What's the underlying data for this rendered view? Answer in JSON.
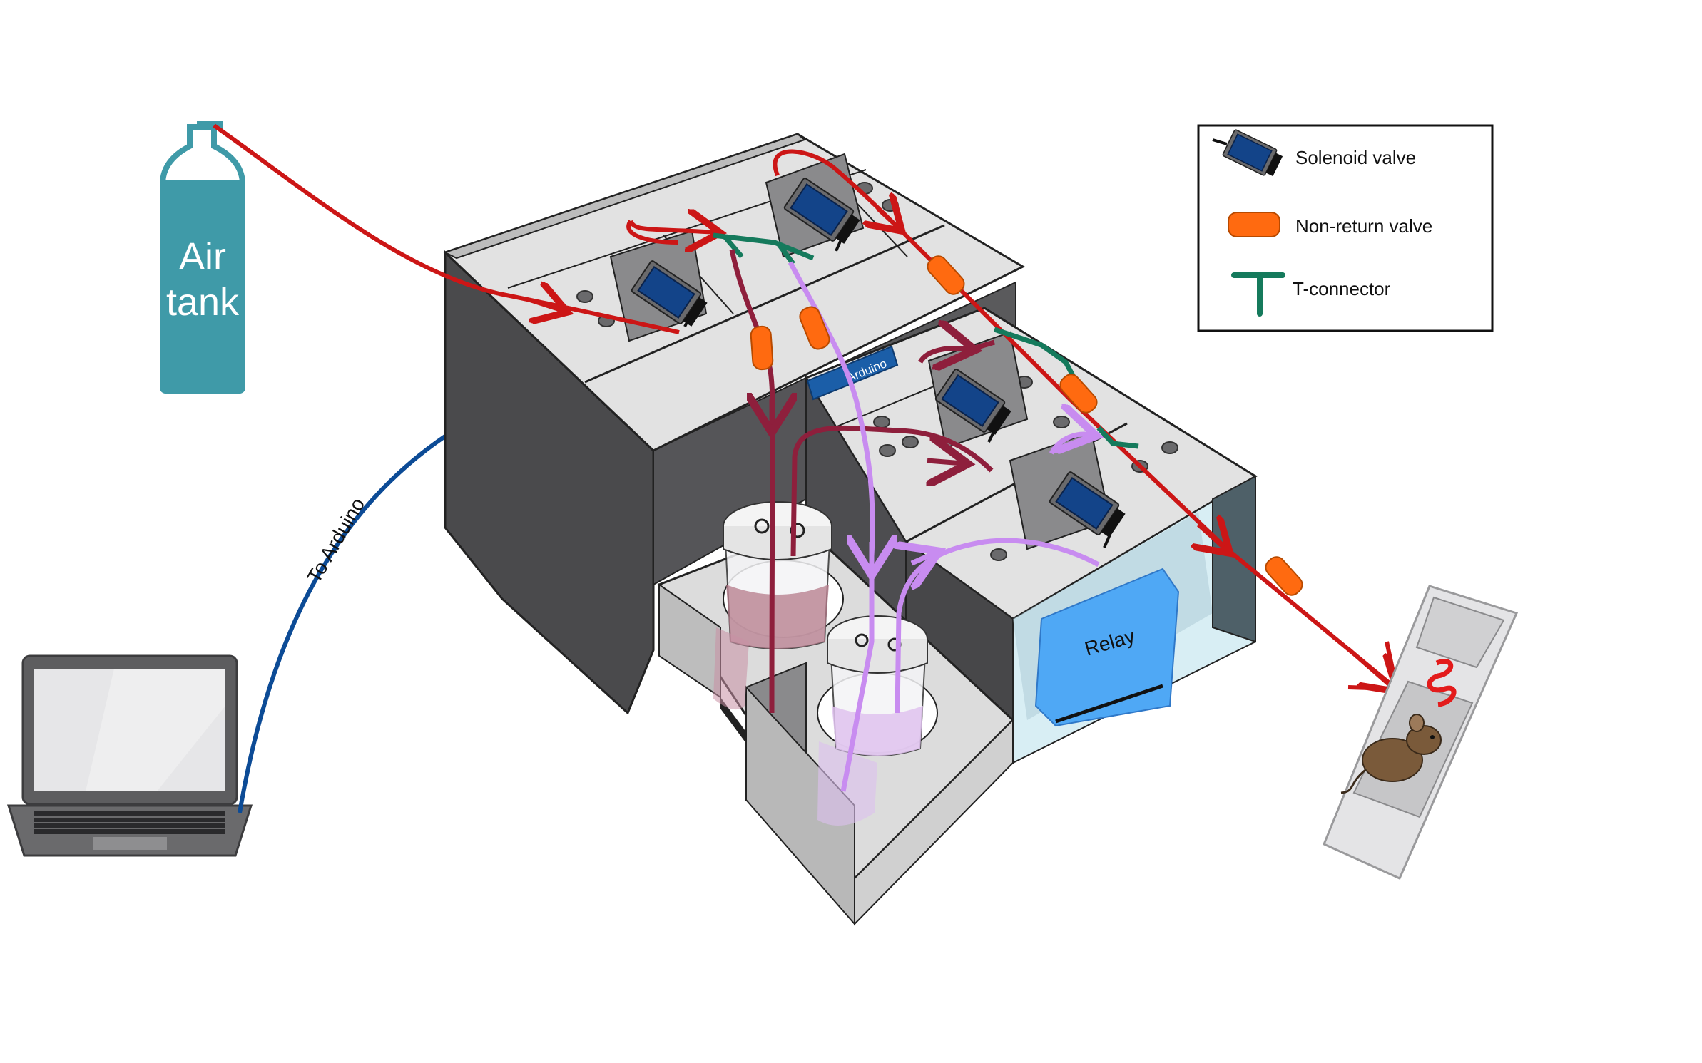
{
  "labels": {
    "air_tank": [
      "Air",
      "tank"
    ],
    "to_arduino": "To Arduino",
    "arduino": "Arduino",
    "relay": "Relay"
  },
  "legend": {
    "items": [
      {
        "label": "Solenoid valve",
        "icon": "solenoid-valve-icon"
      },
      {
        "label": "Non-return valve",
        "icon": "non-return-valve-icon"
      },
      {
        "label": "T-connector",
        "icon": "t-connector-icon"
      }
    ]
  },
  "colors": {
    "air_line": "#cc1616",
    "odor_a_line": "#8e1f3c",
    "odor_b_line": "#c88cf0",
    "t_connector": "#157a5c",
    "non_return_valve": "#ff6a10",
    "solenoid": "#123f8a",
    "tank": "#3f9aa8",
    "cable": "#0c4b96",
    "relay": "#4fa8f5",
    "box_top": "#e2e2e2",
    "box_side": "#4a4a4c"
  }
}
